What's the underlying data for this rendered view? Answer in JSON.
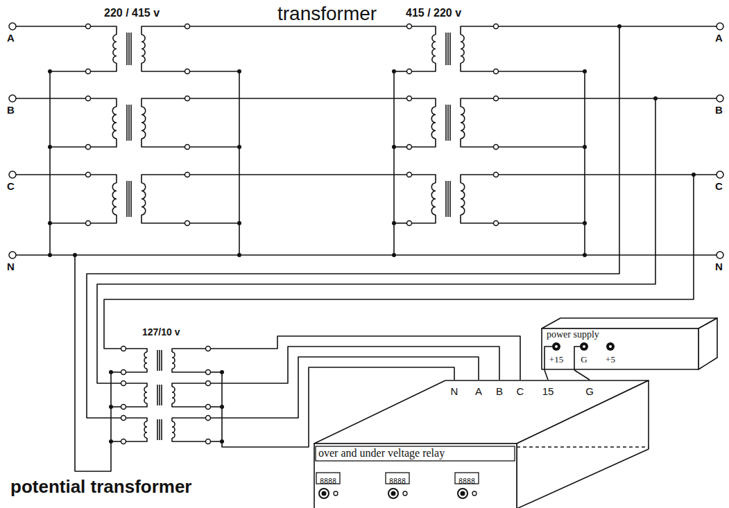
{
  "diagram": {
    "nodes": [
      {
        "text": [
          "power supply"
        ]
      },
      {
        "text": [
          "over and under veltage relay"
        ]
      }
    ],
    "edges": [
      {
        "from": 0,
        "to": 1,
        "arrow": "none"
      },
      {
        "from": 0,
        "to": 1,
        "arrow": "none"
      }
    ],
    "labels": [
      "220 / 415 v",
      "transformer",
      "415 / 220 v",
      "A",
      "A",
      "B",
      "B",
      "C",
      "C",
      "N",
      "N",
      "127/10 v",
      "+15",
      "G",
      "+5",
      "N",
      "A",
      "B",
      "C",
      "15",
      "G",
      "8888",
      "8888",
      "8888",
      "potential transformer"
    ]
  }
}
